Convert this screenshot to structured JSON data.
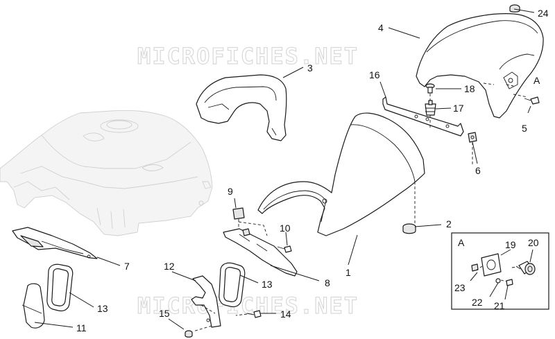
{
  "watermark": "MICROFICHES.NET",
  "view_marker": "A",
  "inset": {
    "title": "A"
  },
  "callouts": {
    "p1": "1",
    "p2": "2",
    "p3": "3",
    "p4": "4",
    "p5": "5",
    "p6": "6",
    "p7": "7",
    "p8": "8",
    "p9": "9",
    "p10": "10",
    "p11": "11",
    "p12": "12",
    "p13a": "13",
    "p13b": "13",
    "p14": "14",
    "p15": "15",
    "p16": "16",
    "p17": "17",
    "p18": "18",
    "p19": "19",
    "p20": "20",
    "p21": "21",
    "p22": "22",
    "p23": "23",
    "p24": "24"
  }
}
